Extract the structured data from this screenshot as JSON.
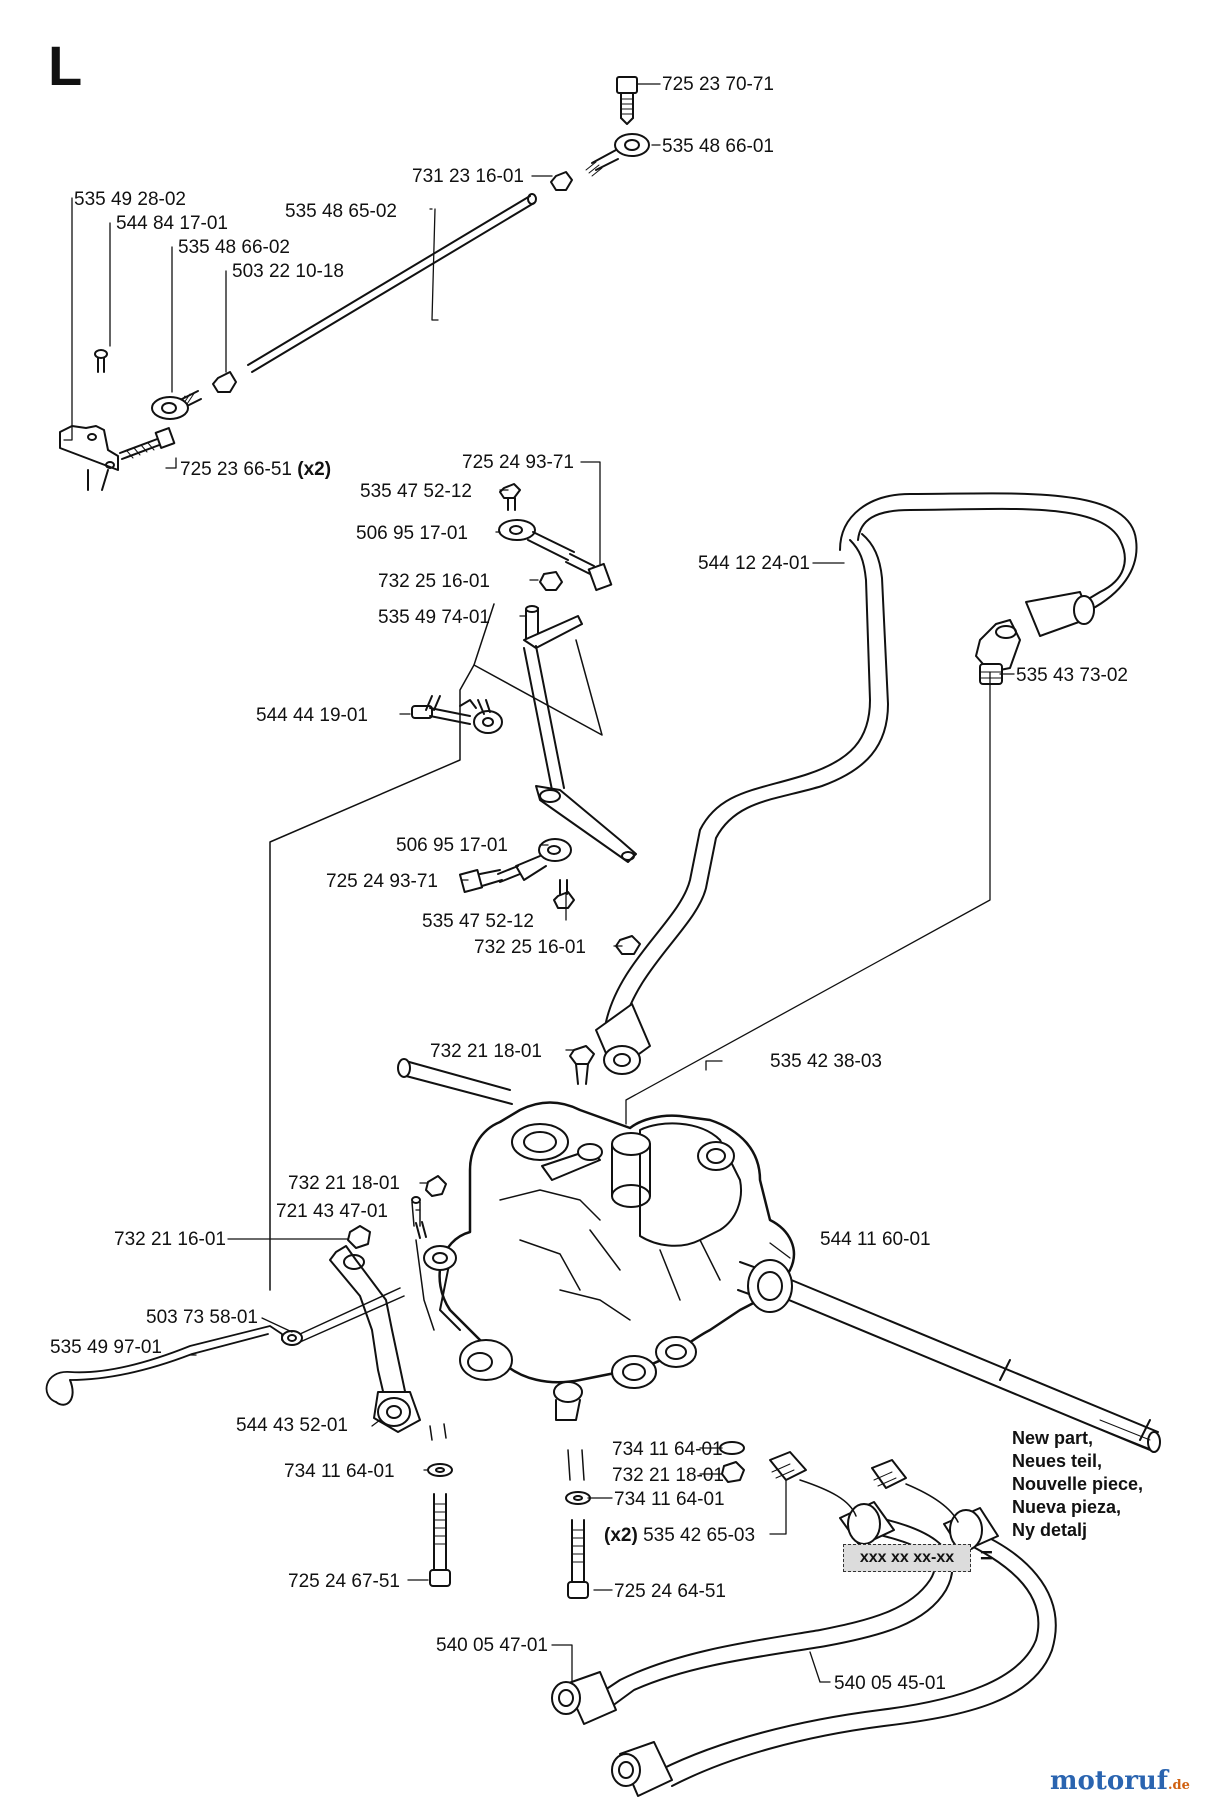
{
  "section_letter": "L",
  "labels": [
    {
      "id": "p1",
      "text": "725 23 70-71"
    },
    {
      "id": "p2",
      "text": "535 48 66-01"
    },
    {
      "id": "p3",
      "text": "731 23 16-01"
    },
    {
      "id": "p4",
      "text": "535 49 28-02"
    },
    {
      "id": "p5",
      "text": "535 48 65-02"
    },
    {
      "id": "p6",
      "text": "544 84 17-01"
    },
    {
      "id": "p7",
      "text": "535 48 66-02"
    },
    {
      "id": "p8",
      "text": "503 22 10-18"
    },
    {
      "id": "p9",
      "text": "725 23 66-51",
      "suffix": "(x2)"
    },
    {
      "id": "p10",
      "text": "725 24 93-71"
    },
    {
      "id": "p11",
      "text": "535 47 52-12"
    },
    {
      "id": "p12",
      "text": "506 95 17-01"
    },
    {
      "id": "p13",
      "text": "732 25 16-01"
    },
    {
      "id": "p14",
      "text": "535 49 74-01"
    },
    {
      "id": "p15",
      "text": "544 12 24-01"
    },
    {
      "id": "p16",
      "text": "535 43 73-02"
    },
    {
      "id": "p17",
      "text": "544 44 19-01"
    },
    {
      "id": "p18",
      "text": "506 95 17-01"
    },
    {
      "id": "p19",
      "text": "725 24 93-71"
    },
    {
      "id": "p20",
      "text": "535 47 52-12"
    },
    {
      "id": "p21",
      "text": "732 25 16-01"
    },
    {
      "id": "p22",
      "text": "732 21 18-01"
    },
    {
      "id": "p23",
      "text": "535 42 38-03"
    },
    {
      "id": "p24",
      "text": "732 21 18-01"
    },
    {
      "id": "p25",
      "text": "721 43 47-01"
    },
    {
      "id": "p26",
      "text": "732 21 16-01"
    },
    {
      "id": "p27",
      "text": "544 11 60-01"
    },
    {
      "id": "p28",
      "text": "503 73 58-01"
    },
    {
      "id": "p29",
      "text": "535 49 97-01"
    },
    {
      "id": "p30",
      "text": "544 43 52-01"
    },
    {
      "id": "p31",
      "text": "734 11 64-01"
    },
    {
      "id": "p32",
      "text": "732 21 18-01"
    },
    {
      "id": "p33",
      "text": "734 11 64-01"
    },
    {
      "id": "p34",
      "text": "734 11 64-01"
    },
    {
      "id": "p35",
      "text": "535 42 65-03",
      "prefix": "(x2)"
    },
    {
      "id": "p36",
      "text": "725 24 67-51"
    },
    {
      "id": "p37",
      "text": "725 24 64-51"
    },
    {
      "id": "p38",
      "text": "540 05 47-01"
    },
    {
      "id": "p39",
      "text": "540 05 45-01"
    }
  ],
  "legend": {
    "lines": [
      "New part,",
      "Neues teil,",
      "Nouvelle piece,",
      "Nueva pieza,",
      "Ny detalj"
    ],
    "box_text": "xxx xx xx-xx",
    "equals": "="
  },
  "watermark": {
    "main": "motoruf",
    "suffix": ".de"
  }
}
